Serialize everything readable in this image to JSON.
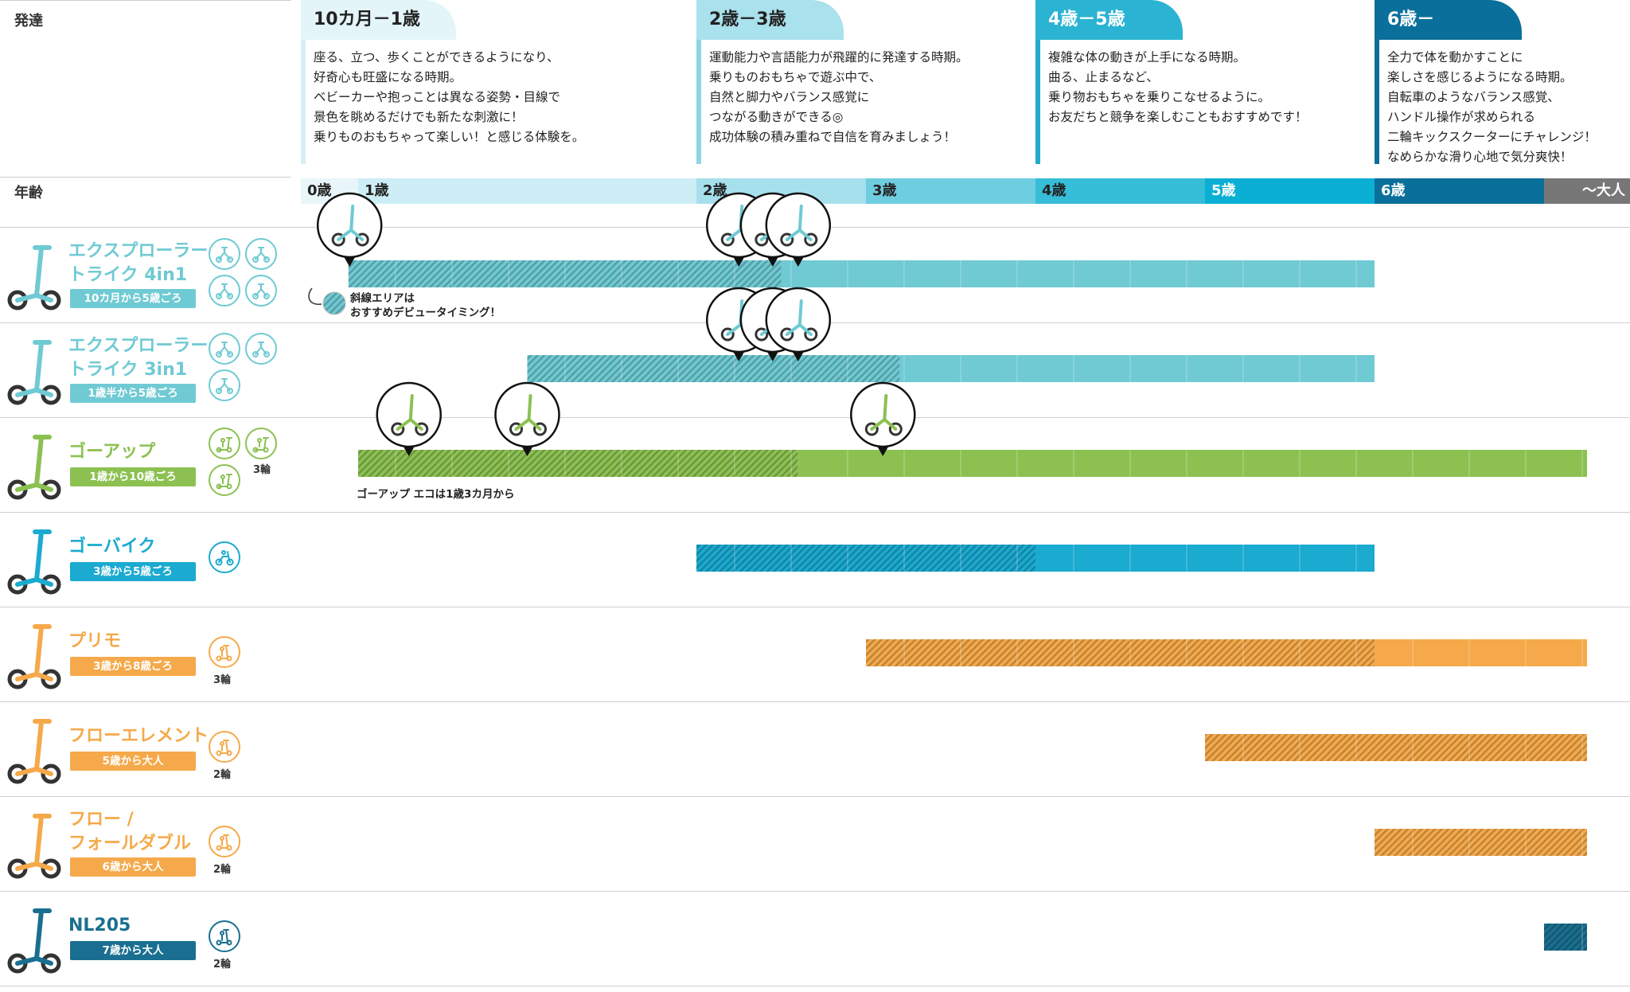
{
  "header": {
    "development_label": "発達",
    "age_label": "年齢"
  },
  "stages": [
    {
      "title": "10カ月－1歳",
      "desc": "座る、立つ、歩くことができるようになり、\n好奇心も旺盛になる時期。\nベビーカーや抱っことは異なる姿勢・目線で\n景色を眺めるだけでも新たな刺激に！\n乗りものおもちゃって楽しい！と感じる体験を。",
      "tab_color": "#e3f5f9",
      "title_color": "#222222",
      "bar_color": "#d7eef4"
    },
    {
      "title": "2歳－3歳",
      "desc": "運動能力や言語能力が飛躍的に発達する時期。\n乗りものおもちゃで遊ぶ中で、\n自然と脚力やバランス感覚に\nつながる動きができる◎\n成功体験の積み重ねで自信を育みましょう！",
      "tab_color": "#a9e1ec",
      "title_color": "#222222",
      "bar_color": "#8fd6e5"
    },
    {
      "title": "4歳－5歳",
      "desc": "複雑な体の動きが上手になる時期。\n曲る、止まるなど、\n乗り物おもちゃを乗りこなせるように。\nお友だちと競争を楽しむこともおすすめです！",
      "tab_color": "#2bb3d3",
      "title_color": "#ffffff",
      "bar_color": "#22aacb"
    },
    {
      "title": "6歳－",
      "desc": "全力で体を動かすことに\n楽しさを感じるようになる時期。\n自転車のようなバランス感覚、\nハンドル操作が求められる\n二輪キックスクーターにチャレンジ！\nなめらかな滑り心地で気分爽快！",
      "tab_color": "#0a6f9a",
      "title_color": "#ffffff",
      "bar_color": "#0a6f9a"
    }
  ],
  "age_axis": [
    {
      "label": "0歳",
      "color": "#e8f6fa",
      "text_color": "#222222"
    },
    {
      "label": "1歳",
      "color": "#cdeef6",
      "text_color": "#222222"
    },
    {
      "label": "2歳",
      "color": "#a6e0ec",
      "text_color": "#222222"
    },
    {
      "label": "3歳",
      "color": "#6fcde0",
      "text_color": "#222222"
    },
    {
      "label": "4歳",
      "color": "#36bdd8",
      "text_color": "#222222"
    },
    {
      "label": "5歳",
      "color": "#0bafd4",
      "text_color": "#ffffff"
    },
    {
      "label": "6歳",
      "color": "#0a6f9a",
      "text_color": "#ffffff"
    },
    {
      "label": "～大人",
      "color": "#777777",
      "text_color": "#ffffff"
    }
  ],
  "products": [
    {
      "name": "エクスプローラー\nトライク 4in1",
      "badge": "10カ月から5歳ごろ",
      "color": "#6fcad3",
      "text_color": "#6fcad3",
      "wheel": "",
      "icon": "tricycle-icon"
    },
    {
      "name": "エクスプローラー\nトライク 3in1",
      "badge": "1歳半から5歳ごろ",
      "color": "#6fcad3",
      "text_color": "#6fcad3",
      "wheel": "",
      "icon": "tricycle-icon"
    },
    {
      "name": "ゴーアップ",
      "badge": "1歳から10歳ごろ",
      "color": "#8cc152",
      "text_color": "#8cc152",
      "wheel": "3輪",
      "icon": "scooter-icon"
    },
    {
      "name": "ゴーバイク",
      "badge": "3歳から5歳ごろ",
      "color": "#1baad0",
      "text_color": "#1baad0",
      "wheel": "",
      "icon": "balance-bike-icon"
    },
    {
      "name": "プリモ",
      "badge": "3歳から8歳ごろ",
      "color": "#f5a94a",
      "text_color": "#f5a94a",
      "wheel": "3輪",
      "icon": "kick-scooter-icon"
    },
    {
      "name": "フローエレメント",
      "badge": "5歳から大人",
      "color": "#f5a94a",
      "text_color": "#f5a94a",
      "wheel": "2輪",
      "icon": "kick-scooter-icon"
    },
    {
      "name": "フロー /\nフォールダブル",
      "badge": "6歳から大人",
      "color": "#f5a94a",
      "text_color": "#f5a94a",
      "wheel": "2輪",
      "icon": "kick-scooter-icon"
    },
    {
      "name": "NL205",
      "badge": "7歳から大人",
      "color": "#1a6f90",
      "text_color": "#1a6f90",
      "wheel": "2輪",
      "icon": "kick-scooter-icon"
    }
  ],
  "notes": {
    "hatch_note": "斜線エリアは\nおすすめデビュータイミング！",
    "goup_note": "ゴーアップ エコは1歳3カ月から"
  },
  "chart_data": {
    "type": "timeline",
    "x_unit": "age (years)",
    "x_ticks": [
      "0歳",
      "1歳",
      "2歳",
      "3歳",
      "4歳",
      "5歳",
      "6歳",
      "～大人"
    ],
    "legend": "hatched = recommended debut timing",
    "series": [
      {
        "name": "エクスプローラー トライク 4in1",
        "hatched": [
          0.83,
          2.5
        ],
        "solid": [
          2.5,
          6
        ],
        "color": "#6fcad3"
      },
      {
        "name": "エクスプローラー トライク 3in1",
        "hatched": [
          1.5,
          3.2
        ],
        "solid": [
          3.2,
          6
        ],
        "color": "#6fcad3"
      },
      {
        "name": "ゴーアップ",
        "hatched": [
          1,
          2.6
        ],
        "solid": [
          2.6,
          7.5
        ],
        "color": "#8cc152"
      },
      {
        "name": "ゴーバイク",
        "hatched": [
          2,
          4
        ],
        "solid": [
          4,
          6
        ],
        "color": "#1baad0"
      },
      {
        "name": "プリモ",
        "hatched": [
          3,
          6
        ],
        "solid": [
          6,
          7.5
        ],
        "color": "#f5a94a"
      },
      {
        "name": "フローエレメント",
        "hatched": [
          5,
          7.5
        ],
        "solid": null,
        "color": "#f5a94a"
      },
      {
        "name": "フロー / フォールダブル",
        "hatched": [
          6,
          7.5
        ],
        "solid": null,
        "color": "#f5a94a"
      },
      {
        "name": "NL205",
        "hatched": [
          7,
          7.5
        ],
        "solid": null,
        "color": "#1a6f90"
      }
    ]
  }
}
